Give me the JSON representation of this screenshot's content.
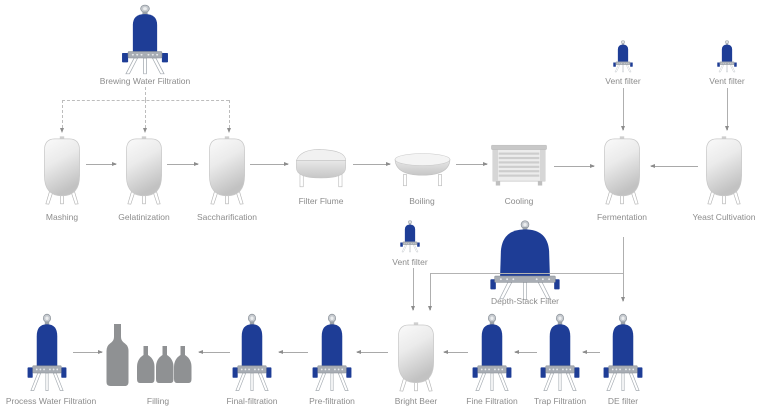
{
  "diagram": {
    "type": "process-flow",
    "subject": "Beer brewing and filtration process flow",
    "colors": {
      "vessel_blue": "#1e3d96",
      "tank_gray": "#d9d9d9",
      "bottle_gray": "#8f9193",
      "line_gray": "#a9a9a9",
      "label_gray": "#8c8c8c",
      "background": "#ffffff"
    },
    "nodes": {
      "brewing_water_filtration": {
        "label": "Brewing Water Filtration",
        "icon": "blue-cartridge-filter-icon"
      },
      "mashing": {
        "label": "Mashing",
        "icon": "gray-tank-icon"
      },
      "gelatinization": {
        "label": "Gelatinization",
        "icon": "gray-tank-icon"
      },
      "saccharification": {
        "label": "Saccharification",
        "icon": "gray-tank-icon"
      },
      "filter_flume": {
        "label": "Filter Flume",
        "icon": "domed-vessel-icon"
      },
      "boiling": {
        "label": "Boiling",
        "icon": "kettle-bowl-icon"
      },
      "cooling": {
        "label": "Cooling",
        "icon": "heat-exchanger-icon"
      },
      "fermentation": {
        "label": "Fermentation",
        "icon": "gray-tank-icon"
      },
      "yeast_cultivation": {
        "label": "Yeast Cultivation",
        "icon": "gray-tank-icon"
      },
      "vent_filter_fermentation": {
        "label": "Vent filter",
        "icon": "blue-cartridge-filter-icon"
      },
      "vent_filter_yeast": {
        "label": "Vent filter",
        "icon": "blue-cartridge-filter-icon"
      },
      "vent_filter_bright_beer": {
        "label": "Vent filter",
        "icon": "blue-cartridge-filter-icon"
      },
      "depth_stack_filter": {
        "label": "Depth-Stack Filter",
        "icon": "blue-dome-filter-icon"
      },
      "process_water_filtration": {
        "label": "Process Water Filtration",
        "icon": "blue-cartridge-filter-icon"
      },
      "filling": {
        "label": "Filling",
        "icon": "bottles-icon"
      },
      "final_filtration": {
        "label": "Final-filtration",
        "icon": "blue-cartridge-filter-icon"
      },
      "pre_filtration": {
        "label": "Pre-filtration",
        "icon": "blue-cartridge-filter-icon"
      },
      "bright_beer": {
        "label": "Bright Beer",
        "icon": "gray-tank-icon"
      },
      "fine_filtration": {
        "label": "Fine Filtration",
        "icon": "blue-cartridge-filter-icon"
      },
      "trap_filtration": {
        "label": "Trap Filtration",
        "icon": "blue-cartridge-filter-icon"
      },
      "de_filter": {
        "label": "DE filter",
        "icon": "blue-cartridge-filter-icon"
      }
    },
    "edges": [
      {
        "from": "brewing_water_filtration",
        "to": "mashing",
        "style": "dashed"
      },
      {
        "from": "brewing_water_filtration",
        "to": "gelatinization",
        "style": "dashed"
      },
      {
        "from": "brewing_water_filtration",
        "to": "saccharification",
        "style": "dashed"
      },
      {
        "from": "mashing",
        "to": "gelatinization",
        "style": "solid"
      },
      {
        "from": "gelatinization",
        "to": "saccharification",
        "style": "solid"
      },
      {
        "from": "saccharification",
        "to": "filter_flume",
        "style": "solid"
      },
      {
        "from": "filter_flume",
        "to": "boiling",
        "style": "solid"
      },
      {
        "from": "boiling",
        "to": "cooling",
        "style": "solid"
      },
      {
        "from": "cooling",
        "to": "fermentation",
        "style": "solid"
      },
      {
        "from": "yeast_cultivation",
        "to": "fermentation",
        "style": "solid"
      },
      {
        "from": "vent_filter_fermentation",
        "to": "fermentation",
        "style": "solid"
      },
      {
        "from": "vent_filter_yeast",
        "to": "yeast_cultivation",
        "style": "solid"
      },
      {
        "from": "fermentation",
        "to": "de_filter",
        "style": "solid"
      },
      {
        "from": "de_filter",
        "to": "trap_filtration",
        "style": "solid"
      },
      {
        "from": "trap_filtration",
        "to": "fine_filtration",
        "style": "solid"
      },
      {
        "from": "fine_filtration",
        "to": "bright_beer",
        "style": "solid"
      },
      {
        "from": "depth_stack_filter",
        "to": "bright_beer",
        "style": "solid"
      },
      {
        "from": "vent_filter_bright_beer",
        "to": "bright_beer",
        "style": "solid"
      },
      {
        "from": "bright_beer",
        "to": "pre_filtration",
        "style": "solid"
      },
      {
        "from": "pre_filtration",
        "to": "final_filtration",
        "style": "solid"
      },
      {
        "from": "final_filtration",
        "to": "filling",
        "style": "solid"
      },
      {
        "from": "process_water_filtration",
        "to": "filling",
        "style": "solid"
      }
    ]
  }
}
